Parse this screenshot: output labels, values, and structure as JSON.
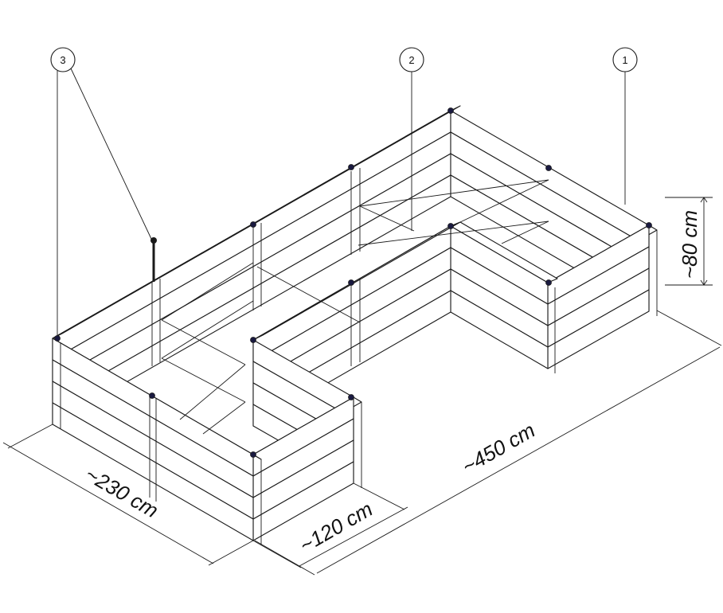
{
  "callouts": [
    {
      "number": "3"
    },
    {
      "number": "2"
    },
    {
      "number": "1"
    }
  ],
  "dimensions": {
    "height": "~80 cm",
    "depth_left": "~230 cm",
    "arm_width": "~120 cm",
    "length": "~450 cm"
  }
}
